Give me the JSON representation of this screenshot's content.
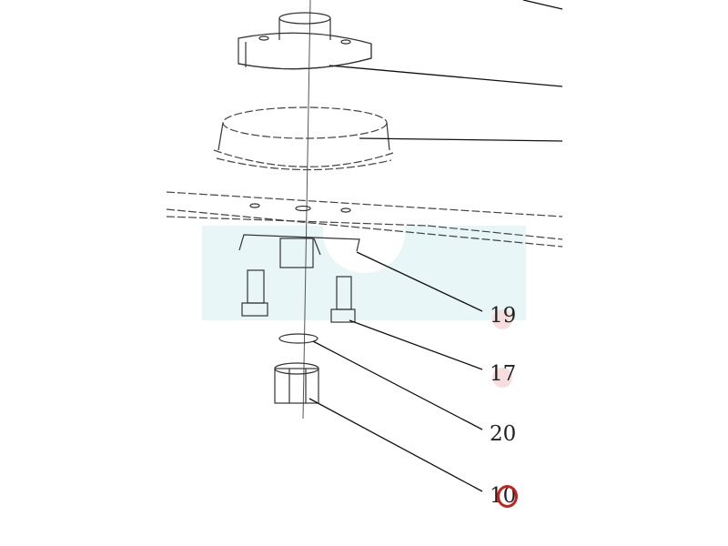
{
  "diagram": {
    "callouts": [
      {
        "label": "19"
      },
      {
        "label": "17"
      },
      {
        "label": "20"
      },
      {
        "label": "10"
      }
    ],
    "colors": {
      "highlight": "#e9f6f8",
      "marker": "#f6dede",
      "red_circle": "#c8201a"
    }
  }
}
